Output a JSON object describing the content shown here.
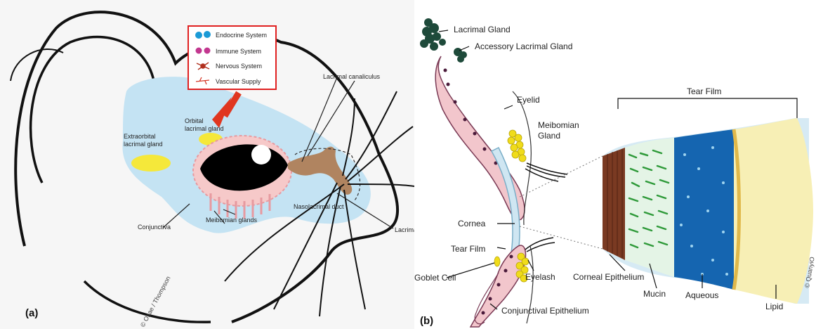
{
  "panel_a": {
    "label": "(a)",
    "legend": [
      {
        "text": "Endocrine System",
        "icon": "endocrine-icon",
        "color": "#1a9ad6"
      },
      {
        "text": "Immune System",
        "icon": "immune-icon",
        "color": "#c2378f"
      },
      {
        "text": "Nervous System",
        "icon": "nervous-icon",
        "color": "#b0301e"
      },
      {
        "text": "Vascular Supply",
        "icon": "vascular-icon",
        "color": "#d63a2a"
      }
    ],
    "labels": {
      "orbital": [
        "Orbital",
        "lacrimal gland"
      ],
      "extraorbital": [
        "Extraorbital",
        "lacrimal gland"
      ],
      "canaliculus": "Lacrimal canaliculus",
      "conjunctiva": "Conjunctiva",
      "meibomian": "Meibomian glands",
      "nasolacrimal": "Nasolacrimal duct",
      "lacrimal_cut": "Lacrima"
    },
    "credit": "© Osae / Thompson",
    "colors": {
      "region": "#c4e3f3",
      "gland": "#f5e83a",
      "duct": "#b08460",
      "legend_border": "#e02020",
      "arrow": "#e0361f"
    }
  },
  "panel_b": {
    "label": "(b)",
    "labels": {
      "lacrimal_gland": "Lacrimal Gland",
      "accessory": "Accessory Lacrimal Gland",
      "eyelid": "Eyelid",
      "meibomian": [
        "Meibomian",
        "Gland"
      ],
      "tear_film_top": "Tear Film",
      "cornea": "Cornea",
      "tear_film": "Tear Film",
      "goblet": "Goblet Cell",
      "eyelash": "Eyelash",
      "conj_epi": "Conjunctival Epithelium",
      "corneal_epi": "Corneal Epithelium",
      "mucin": "Mucin",
      "aqueous": "Aqueous",
      "lipid": "Lipid"
    },
    "credit": "© QuanyiO",
    "colors": {
      "gland": "#1e4a3a",
      "conj": "#f2c6cc",
      "cornea": "#cfe6f2",
      "epithelium": "#7a3a22",
      "mucin": "#2f9a3a",
      "aqueous": "#1565b0",
      "lipid": "#f7efb5",
      "meibomian": "#f0dc1a"
    }
  }
}
